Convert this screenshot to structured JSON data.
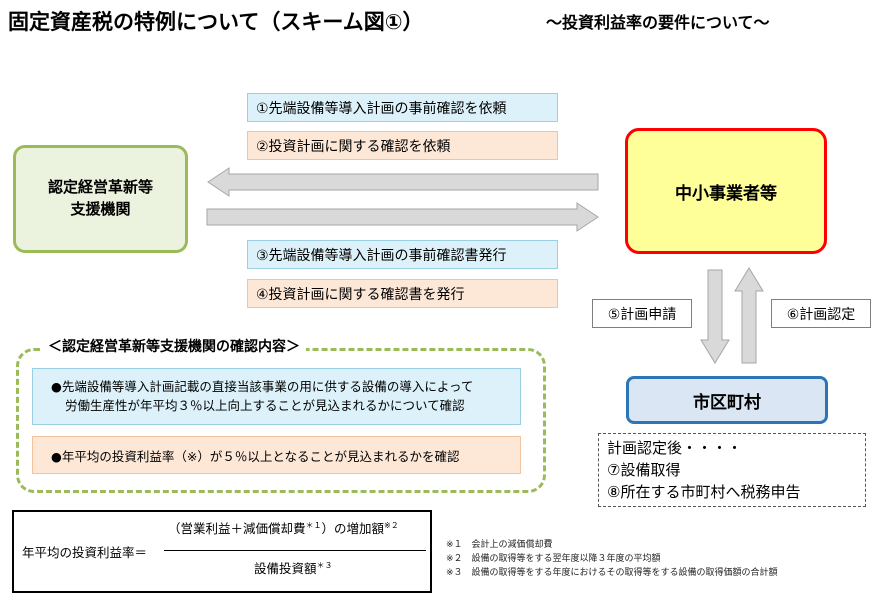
{
  "header": {
    "title": "固定資産税の特例について（スキーム図①）",
    "subtitle": "～投資利益率の要件について～"
  },
  "steps": {
    "step1": "①先端設備等導入計画の事前確認を依頼",
    "step2": "②投資計画に関する確認を依頼",
    "step3": "③先端設備等導入計画の事前確認書発行",
    "step4": "④投資計画に関する確認書を発行",
    "step5": "⑤計画申請",
    "step6": "⑥計画認定"
  },
  "entities": {
    "support_line1": "認定経営革新等",
    "support_line2": "支援機関",
    "sme": "中小事業者等",
    "city": "市区町村"
  },
  "after": {
    "line1": "計画認定後・・・・",
    "line2": "⑦設備取得",
    "line3": "⑧所在する市町村へ税務申告"
  },
  "confirmation": {
    "heading": "＜認定経営革新等支援機関の確認内容＞",
    "item1_line1": "●先端設備等導入計画記載の直接当該事業の用に供する設備の導入によって",
    "item1_line2": "労働生産性が年平均３％以上向上することが見込まれるかについて確認",
    "item2": "●年平均の投資利益率（※）が５％以上となることが見込まれるかを確認"
  },
  "formula": {
    "lhs": "年平均の投資利益率＝",
    "numerator_main": "（営業利益＋減価償却費",
    "numerator_sup1": "＊１",
    "numerator_close": "）の増加額",
    "numerator_sup2": "※２",
    "denominator_main": "設備投資額",
    "denominator_sup3": "＊３"
  },
  "notes": [
    "※１　会計上の減価償却費",
    "※２　設備の取得等をする翌年度以降３年度の平均額",
    "※３　設備の取得等をする年度におけるその取得等をする設備の取得価額の合計額"
  ],
  "colors": {
    "arrow_fill": "#d9d9d9",
    "arrow_stroke": "#a6a6a6",
    "support_border": "#9bbb59",
    "sme_border": "#ff0000",
    "city_border": "#2e75b6"
  }
}
